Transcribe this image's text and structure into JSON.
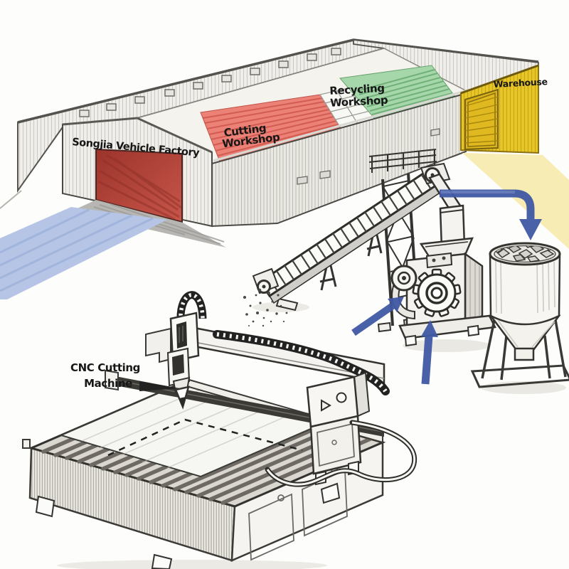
{
  "labels": {
    "factory_name": "Songjia Vehicle Factory",
    "cutting_workshop": [
      "Cutting",
      "Workshop"
    ],
    "recycling_workshop": [
      "Recycling",
      "Workshop"
    ],
    "warehouse": "Warehouse",
    "cnc_machine": [
      "CNC Cutting",
      "Machine"
    ]
  },
  "colors": {
    "roof_red": "#ec8277",
    "roof_green": "#a6d7ab",
    "warehouse_yellow": "#e7c628",
    "apron_yellow": "#f7ecb0",
    "arrow_blue": "#4059a4",
    "road_blue": "#b6c5e6",
    "pencil": "#3c3a36",
    "paper": "#fdfdfb"
  },
  "scene_objects": [
    "factory-building",
    "factory-door",
    "driveway",
    "cutting-workshop-roof",
    "skylight-strip",
    "recycling-workshop-roof",
    "warehouse-end",
    "warehouse-door",
    "loading-apron",
    "cnc-cutting-machine",
    "metal-sheet",
    "gantry",
    "cutting-head",
    "cable-chain",
    "control-cabinet",
    "hose",
    "inclined-conveyor",
    "conveyor-tower",
    "discharge-chute",
    "falling-scraps",
    "shredder",
    "gear",
    "storage-silo",
    "shredded-material",
    "flow-arrows"
  ],
  "process_flow": [
    {
      "from": "cnc-cutting-machine",
      "to": "shredder"
    },
    {
      "from": "cnc-cutting-machine",
      "to": "shredder"
    },
    {
      "from": "conveyor",
      "to": "storage-silo"
    }
  ]
}
